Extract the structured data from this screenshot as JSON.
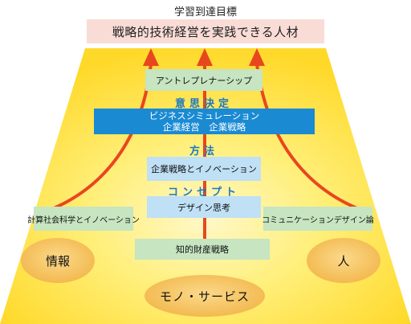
{
  "goal": {
    "label": "学習到達目標",
    "title": "戦略的技術経営を実践できる人材"
  },
  "layers": {
    "top": "アントレプレナーシップ",
    "heading1": "意思決定",
    "simulation": {
      "line1": "ビジネスシミュレーション",
      "line2": "企業経営　企業戦略"
    },
    "heading2": "方法",
    "innovation": "企業戦略とイノベーション",
    "heading3": "コンセプト",
    "design": "デザイン思考",
    "intellectual": "知的財産戦略"
  },
  "sides": {
    "left_box": "計算社会科学とイノベーション",
    "right_box": "コミュニケーションデザイン論"
  },
  "foundations": {
    "left": "情報",
    "right": "人",
    "bottom": "モノ・サービス"
  },
  "colors": {
    "trapezoid": "#ffe23a",
    "oval": "#f6c35b",
    "arrow": "#e8471e",
    "goal_bg": "#f9dcd6",
    "green_box": "#c6e5c0",
    "light_blue_box": "#bfe0f5",
    "dark_blue_box": "#1a8ad3",
    "heading_text": "#1a78c2"
  }
}
